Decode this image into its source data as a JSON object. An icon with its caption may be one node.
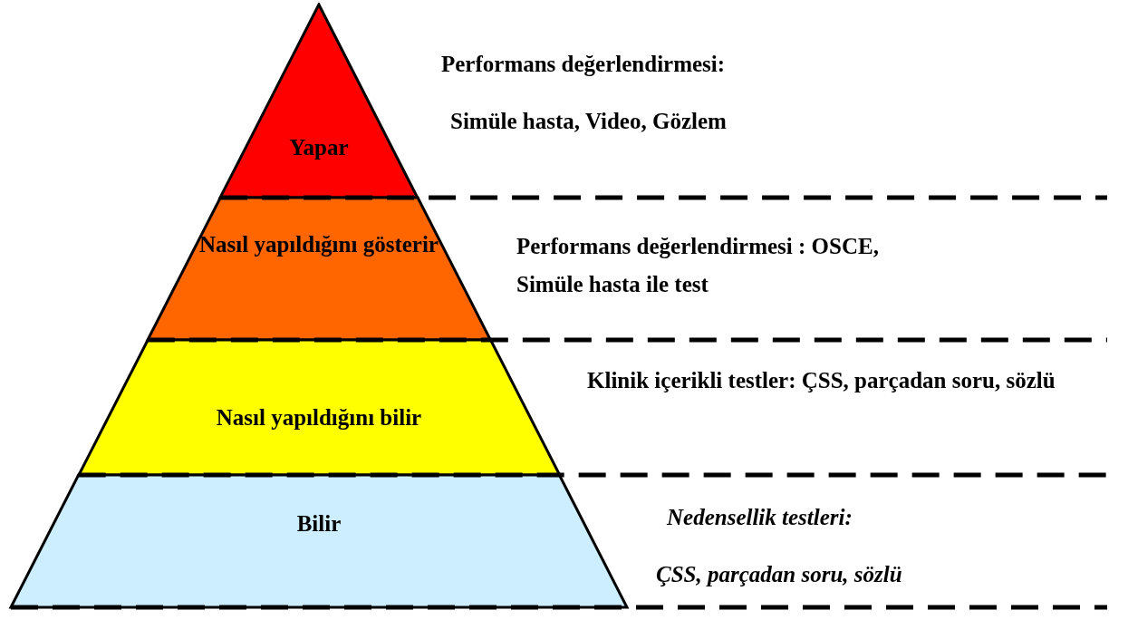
{
  "diagram": {
    "nodes": [
      {
        "text": [
          "Yapar"
        ]
      },
      {
        "text": [
          "Nasıl yapıldığını gösterir"
        ]
      },
      {
        "text": [
          "Nasıl yapıldığını bilir"
        ]
      },
      {
        "text": [
          "Bilir"
        ]
      }
    ],
    "labels": [
      "Performans değerlendirmesi:",
      "Simüle hasta, Video, Gözlem",
      "Performans değerlendirmesi : OSCE, Simüle hasta ile test",
      "Klinik içerikli testler: ÇSS, parçadan soru, sözlü",
      "Nedensellik testleri:",
      "ÇSS, parçadan soru, sözlü"
    ]
  }
}
